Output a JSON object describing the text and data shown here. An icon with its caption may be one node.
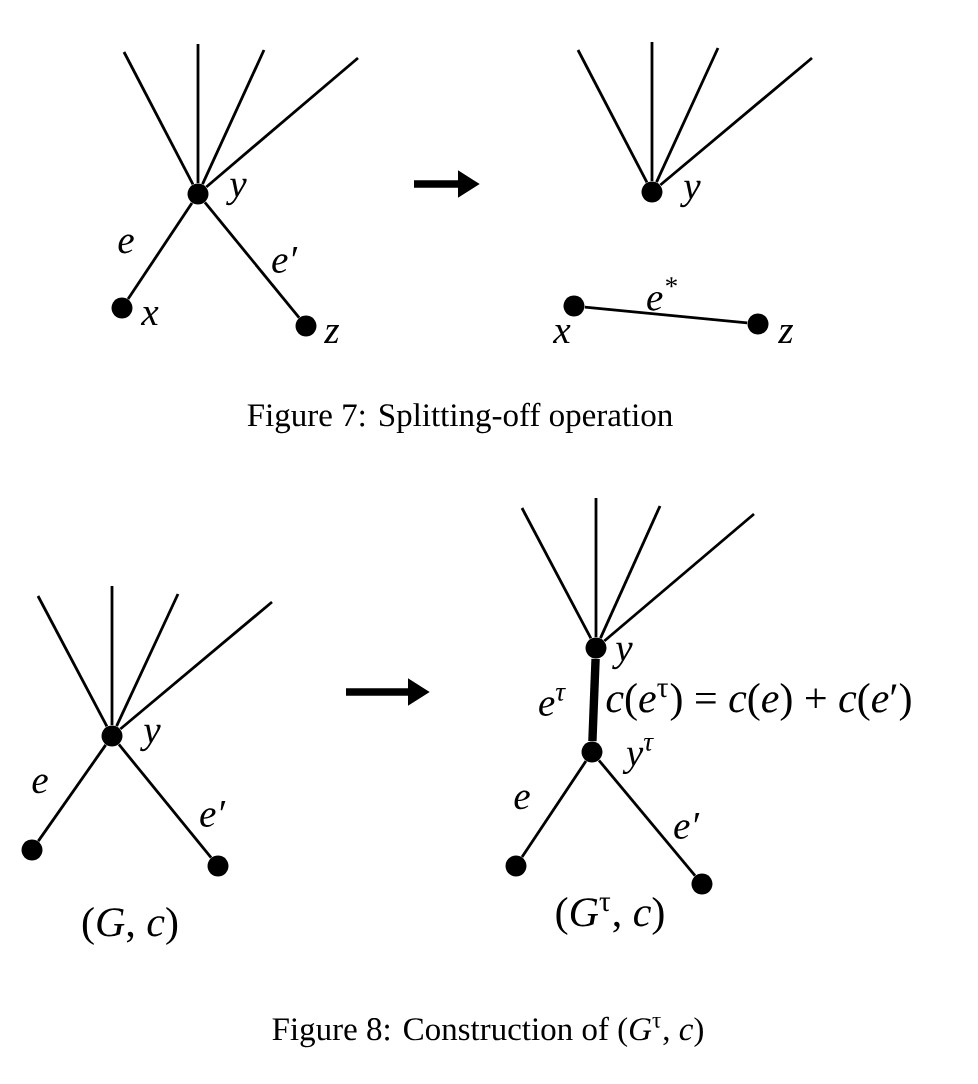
{
  "diagram": {
    "nodes": [
      {
        "text": [],
        "shape": "circle",
        "beside": [
          "y"
        ]
      },
      {
        "text": [],
        "shape": "circle",
        "beside": [
          "x"
        ]
      },
      {
        "text": [],
        "shape": "circle",
        "beside": [
          "z"
        ]
      },
      {
        "text": [],
        "shape": "circle",
        "beside": [
          "y"
        ]
      },
      {
        "text": [],
        "shape": "circle",
        "beside": [
          "x"
        ]
      },
      {
        "text": [],
        "shape": "circle",
        "beside": [
          "z"
        ]
      },
      {
        "text": [],
        "shape": "circle",
        "beside": [
          "y"
        ]
      },
      {
        "text": [],
        "shape": "circle"
      },
      {
        "text": [],
        "shape": "circle"
      },
      {
        "text": [],
        "shape": "circle",
        "beside": [
          "y"
        ]
      },
      {
        "text": [],
        "shape": "circle",
        "beside": [
          "y$^{τ}$"
        ]
      },
      {
        "text": [],
        "shape": "circle"
      },
      {
        "text": [],
        "shape": "circle"
      }
    ],
    "edges": [
      {
        "from": 0,
        "to": null,
        "arrow": "none"
      },
      {
        "from": 0,
        "to": null,
        "arrow": "none"
      },
      {
        "from": 0,
        "to": null,
        "arrow": "none"
      },
      {
        "from": 0,
        "to": null,
        "arrow": "none"
      },
      {
        "from": 0,
        "to": 1,
        "arrow": "none",
        "label": "e"
      },
      {
        "from": 0,
        "to": 2,
        "arrow": "none",
        "label": "e′"
      },
      {
        "from": 3,
        "to": null,
        "arrow": "none"
      },
      {
        "from": 3,
        "to": null,
        "arrow": "none"
      },
      {
        "from": 3,
        "to": null,
        "arrow": "none"
      },
      {
        "from": 3,
        "to": null,
        "arrow": "none"
      },
      {
        "from": 4,
        "to": 5,
        "arrow": "none",
        "label": "e$^{*}$"
      },
      {
        "from": 6,
        "to": null,
        "arrow": "none"
      },
      {
        "from": 6,
        "to": null,
        "arrow": "none"
      },
      {
        "from": 6,
        "to": null,
        "arrow": "none"
      },
      {
        "from": 6,
        "to": null,
        "arrow": "none"
      },
      {
        "from": 6,
        "to": 7,
        "arrow": "none",
        "label": "e"
      },
      {
        "from": 6,
        "to": 8,
        "arrow": "none",
        "label": "e′"
      },
      {
        "from": 9,
        "to": null,
        "arrow": "none"
      },
      {
        "from": 9,
        "to": null,
        "arrow": "none"
      },
      {
        "from": 9,
        "to": null,
        "arrow": "none"
      },
      {
        "from": 9,
        "to": null,
        "arrow": "none"
      },
      {
        "from": 9,
        "to": 10,
        "arrow": "none",
        "label": "e$^{τ}$",
        "style": "thick"
      },
      {
        "from": 10,
        "to": 11,
        "arrow": "none",
        "label": "e"
      },
      {
        "from": 10,
        "to": 12,
        "arrow": "none",
        "label": "e′"
      }
    ],
    "labels": [
      "Figure 7: Splitting-off operation",
      "*c*(*e*$^{τ}$) = *c*(*e*) + *c*(*e*′)",
      "(*G*, *c*)",
      "(*G*$^{τ}$, *c*)",
      "Figure 8: Construction of (*G*$^{τ}$, *c*)"
    ]
  }
}
